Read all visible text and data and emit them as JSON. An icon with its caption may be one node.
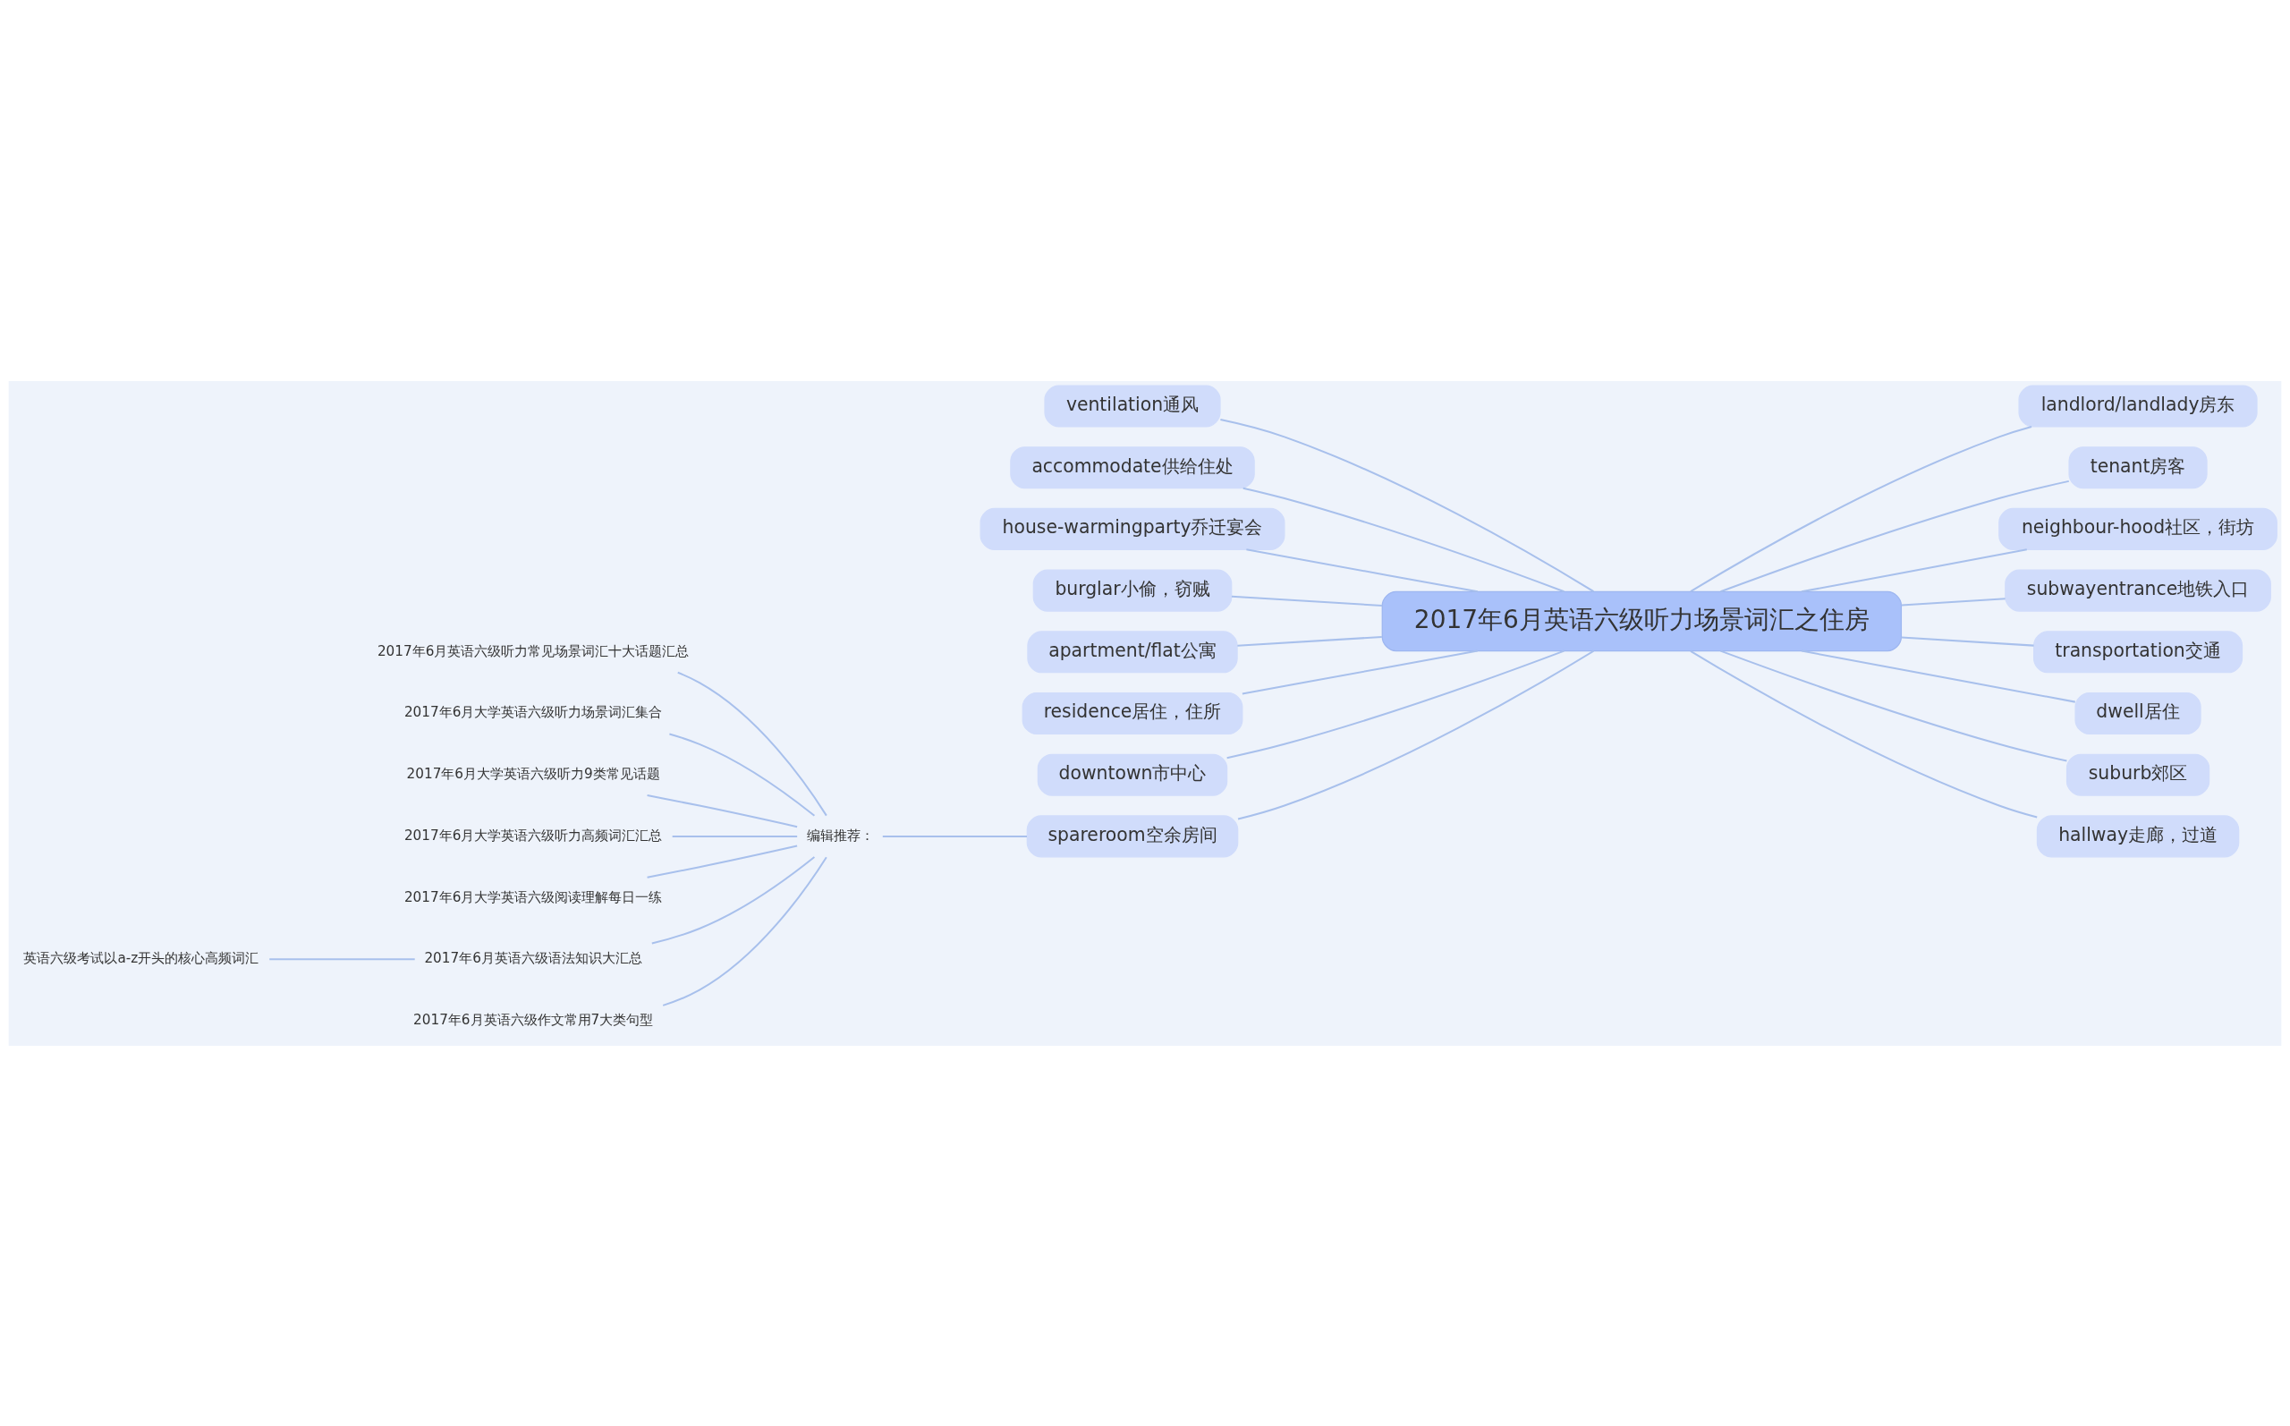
{
  "diagram": {
    "nodes": [
      {
        "text": [
          "2017年6月英语六级听力场景词汇之住房"
        ]
      },
      {
        "text": [
          "ventilation通风"
        ]
      },
      {
        "text": [
          "accommodate供给住处"
        ]
      },
      {
        "text": [
          "house-warmingparty乔迁宴会"
        ]
      },
      {
        "text": [
          "burglar小偷，窃贼"
        ]
      },
      {
        "text": [
          "apartment/flat公寓"
        ]
      },
      {
        "text": [
          "residence居住，住所"
        ]
      },
      {
        "text": [
          "downtown市中心"
        ]
      },
      {
        "text": [
          "spareroom空余房间"
        ]
      },
      {
        "text": [
          "landlord/landlady房东"
        ]
      },
      {
        "text": [
          "tenant房客"
        ]
      },
      {
        "text": [
          "neighbour-hood社区，街坊"
        ]
      },
      {
        "text": [
          "subwayentrance地铁入口"
        ]
      },
      {
        "text": [
          "transportation交通"
        ]
      },
      {
        "text": [
          "dwell居住"
        ]
      },
      {
        "text": [
          "suburb郊区"
        ]
      },
      {
        "text": [
          "hallway走廊，过道"
        ]
      },
      {
        "text": [
          "编辑推荐："
        ]
      },
      {
        "text": [
          "2017年6月英语六级听力常见场景词汇十大话题汇总"
        ]
      },
      {
        "text": [
          "2017年6月大学英语六级听力场景词汇集合"
        ]
      },
      {
        "text": [
          "2017年6月大学英语六级听力9类常见话题"
        ]
      },
      {
        "text": [
          "2017年6月大学英语六级听力高频词汇汇总"
        ]
      },
      {
        "text": [
          "2017年6月大学英语六级阅读理解每日一练"
        ]
      },
      {
        "text": [
          "2017年6月英语六级语法知识大汇总"
        ]
      },
      {
        "text": [
          "2017年6月英语六级作文常用7大类句型"
        ]
      },
      {
        "text": [
          "英语六级考试以a-z开头的核心高频词汇"
        ]
      }
    ],
    "edges": [
      {
        "from": 0,
        "to": 1,
        "arrow": "none"
      },
      {
        "from": 0,
        "to": 2,
        "arrow": "none"
      },
      {
        "from": 0,
        "to": 3,
        "arrow": "none"
      },
      {
        "from": 0,
        "to": 4,
        "arrow": "none"
      },
      {
        "from": 0,
        "to": 5,
        "arrow": "none"
      },
      {
        "from": 0,
        "to": 6,
        "arrow": "none"
      },
      {
        "from": 0,
        "to": 7,
        "arrow": "none"
      },
      {
        "from": 0,
        "to": 8,
        "arrow": "none"
      },
      {
        "from": 0,
        "to": 9,
        "arrow": "none"
      },
      {
        "from": 0,
        "to": 10,
        "arrow": "none"
      },
      {
        "from": 0,
        "to": 11,
        "arrow": "none"
      },
      {
        "from": 0,
        "to": 12,
        "arrow": "none"
      },
      {
        "from": 0,
        "to": 13,
        "arrow": "none"
      },
      {
        "from": 0,
        "to": 14,
        "arrow": "none"
      },
      {
        "from": 0,
        "to": 15,
        "arrow": "none"
      },
      {
        "from": 0,
        "to": 16,
        "arrow": "none"
      },
      {
        "from": 8,
        "to": 17,
        "arrow": "none"
      },
      {
        "from": 17,
        "to": 18,
        "arrow": "none"
      },
      {
        "from": 17,
        "to": 19,
        "arrow": "none"
      },
      {
        "from": 17,
        "to": 20,
        "arrow": "none"
      },
      {
        "from": 17,
        "to": 21,
        "arrow": "none"
      },
      {
        "from": 17,
        "to": 22,
        "arrow": "none"
      },
      {
        "from": 17,
        "to": 23,
        "arrow": "none"
      },
      {
        "from": 17,
        "to": 24,
        "arrow": "none"
      },
      {
        "from": 23,
        "to": 25,
        "arrow": "none"
      }
    ]
  }
}
